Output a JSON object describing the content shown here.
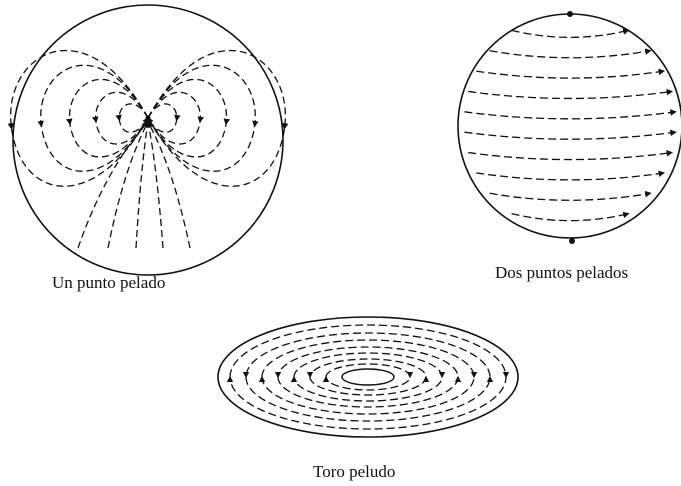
{
  "captions": {
    "one_bald_point": "Un punto pelado",
    "two_bald_points": "Dos puntos pelados",
    "hairy_torus": "Toro peludo"
  },
  "figures": [
    {
      "name": "sphere-one-bald-point",
      "singular_points": 1
    },
    {
      "name": "sphere-two-bald-points",
      "singular_points": 2
    },
    {
      "name": "hairy-torus",
      "singular_points": 0
    }
  ],
  "colors": {
    "ink": "#111111",
    "background": "#ffffff"
  }
}
